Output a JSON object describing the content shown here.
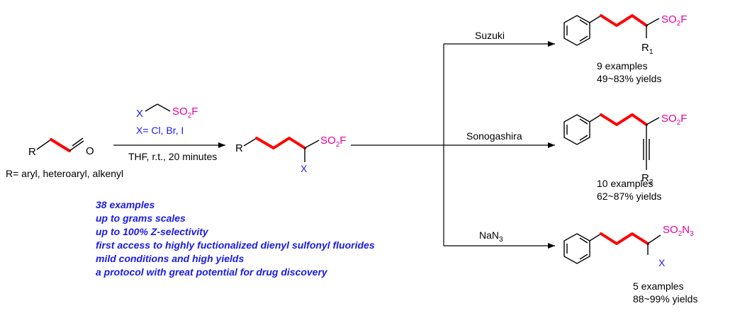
{
  "reagent": {
    "x_atom": "X",
    "so2": "SO",
    "sub2": "2",
    "f": "F",
    "condition_x": "X= Cl, Br, I",
    "condition_solvent": "THF, r.t., 20 minutes"
  },
  "substrate": {
    "r_label": "R",
    "o_label": "O",
    "r_definition": "R= aryl, heteroaryl, alkenyl"
  },
  "product": {
    "r_label": "R",
    "x_label": "X",
    "so2": "SO",
    "sub2": "2",
    "f": "F"
  },
  "highlights": [
    "38 examples",
    "up to grams scales",
    "up to 100% Z-selectivity",
    "first access to highly fuctionalized dienyl sulfonyl fluorides",
    "mild conditions and high yields",
    "a protocol with great potential for drug discovery"
  ],
  "branches": {
    "suzuki": {
      "label": "Suzuki",
      "r_sub": "R",
      "r_sub_index": "1",
      "so2": "SO",
      "sub2": "2",
      "f": "F",
      "examples": "9 examples",
      "yields": "49~83% yields"
    },
    "sonogashira": {
      "label": "Sonogashira",
      "r_sub": "R",
      "r_sub_index": "2",
      "so2": "SO",
      "sub2": "2",
      "f": "F",
      "examples": "10 examples",
      "yields": "62~87% yields"
    },
    "azide": {
      "label_main": "NaN",
      "label_sub": "3",
      "so2": "SO",
      "sub2": "2",
      "n": "N",
      "sub3": "3",
      "x_label": "X",
      "examples": "5 examples",
      "yields": "88~99% yields"
    }
  },
  "colors": {
    "highlight_bond": "#ff0000",
    "sulfonyl": "#e6009a",
    "halogen": "#1a1ae6",
    "highlights_text": "#1a1ae6"
  }
}
